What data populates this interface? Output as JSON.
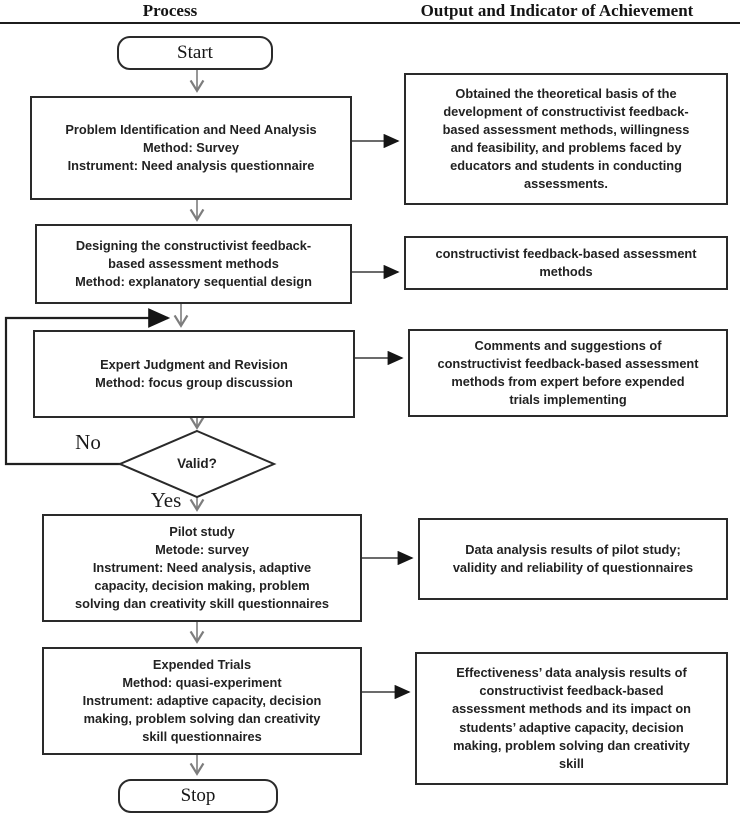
{
  "header": {
    "process": "Process",
    "output": "Output and Indicator of Achievement"
  },
  "nodes": {
    "start": {
      "label": "Start"
    },
    "p1": {
      "lines": [
        "Problem Identification and Need Analysis",
        "Method: Survey",
        "Instrument: Need analysis questionnaire"
      ]
    },
    "o1": {
      "lines": [
        "Obtained the theoretical basis of the",
        "development of constructivist feedback-",
        "based assessment methods, willingness",
        "and feasibility, and problems faced by",
        "educators and students in conducting",
        "assessments."
      ]
    },
    "p2": {
      "lines": [
        "Designing the constructivist feedback-",
        "based assessment methods",
        "Method: explanatory sequential design"
      ]
    },
    "o2": {
      "lines": [
        "constructivist feedback-based assessment",
        "methods"
      ]
    },
    "p3": {
      "lines": [
        "Expert Judgment and Revision",
        "Method: focus group discussion"
      ]
    },
    "o3": {
      "lines": [
        "Comments and suggestions of",
        "constructivist feedback-based assessment",
        "methods from expert before expended",
        "trials implementing"
      ]
    },
    "decision": {
      "label": "Valid?",
      "no_label": "No",
      "yes_label": "Yes"
    },
    "p4": {
      "lines": [
        "Pilot study",
        "Metode: survey",
        "Instrument: Need analysis, adaptive",
        "capacity, decision making, problem",
        "solving dan creativity skill questionnaires"
      ]
    },
    "o4": {
      "lines": [
        "Data analysis results of pilot study;",
        "validity and reliability of questionnaires"
      ]
    },
    "p5": {
      "lines": [
        "Expended Trials",
        "Method: quasi-experiment",
        "Instrument: adaptive capacity, decision",
        "making, problem solving dan creativity",
        "skill questionnaires"
      ]
    },
    "o5": {
      "lines": [
        "Effectiveness’ data analysis results of",
        "constructivist feedback-based",
        "assessment methods and its impact on",
        "students’ adaptive capacity, decision",
        "making, problem solving dan creativity",
        "skill"
      ]
    },
    "stop": {
      "label": "Stop"
    }
  },
  "colors": {
    "ink": "#1f1f1f",
    "connector_gray": "#7d7d7d",
    "background": "#ffffff"
  }
}
